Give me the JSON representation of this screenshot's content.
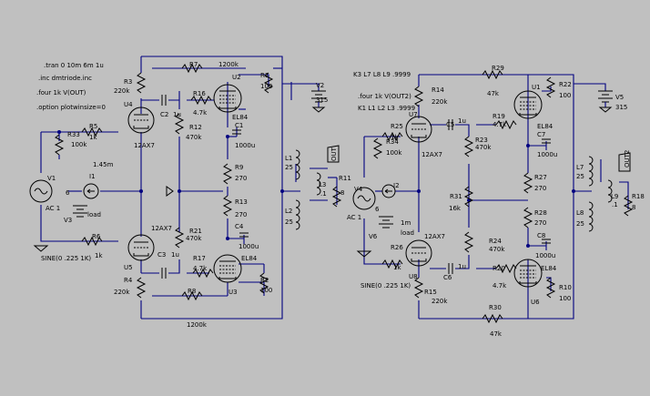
{
  "colors": {
    "background": "#c0c0c0",
    "wire": "#000080",
    "component": "#000000"
  },
  "directives": {
    "tran": ".tran 0 10m 6m 1u",
    "inc": ".inc dmtriode.inc",
    "four1": ".four 1k V(OUT)",
    "option": ".option plotwinsize=0",
    "kline": "K3 L7 L8 L9 .9999",
    "four2": ".four 1k V(OUT2)",
    "kline2": "K1 L1 L2 L3 .9999",
    "sine1": "SINE(0 .225 1K)",
    "sine2": "SINE(0 .225 1K)",
    "bias1": "1.45m"
  },
  "left": {
    "R7": "R7",
    "R7v": "1200k",
    "R3": "R3",
    "R3v": "220k",
    "U4": "U4",
    "C2": "C2",
    "C2v": "1u",
    "R16": "R16",
    "R16v": "4.7k",
    "U2": "U2",
    "EL84a": "EL84",
    "R1": "R1",
    "R1v": "100",
    "V2": "V2",
    "V2v": "315",
    "R5": "R5",
    "R5v": "1k",
    "R33": "R33",
    "R33v": "100k",
    "tube12a": "12AX7",
    "R12": "R12",
    "R12v": "470k",
    "C1": "C1",
    "C1v": "1000u",
    "L1": "L1",
    "L1v": "25",
    "OUT": "OUT",
    "R9": "R9",
    "R9v": "270",
    "V1": "V1",
    "V1v": "AC 1",
    "I1": "I1",
    "I1v": "6",
    "V3": "V3",
    "load": "load",
    "R13": "R13",
    "R13v": "270",
    "L3": "L3",
    "L3v": ".1",
    "R11": "R11",
    "R11v": "8",
    "L2": "L2",
    "L2v": "25",
    "C4": "C4",
    "C4v": "1000u",
    "tube12b": "12AX7",
    "R21": "R21",
    "R21v": "470k",
    "R6": "R6",
    "R6v": "1k",
    "C3": "C3",
    "C3v": "1u",
    "R17": "R17",
    "R17v": "4.7k",
    "EL84b": "EL84",
    "U5": "U5",
    "R4": "R4",
    "R4v": "220k",
    "R2": "R2",
    "R2v": "100",
    "R8": "R8",
    "U3": "U3",
    "R8v": "1200k"
  },
  "right": {
    "R29": "R29",
    "R29v": "47k",
    "R14": "R14",
    "R14v": "220k",
    "U1": "U1",
    "R22": "R22",
    "R22v": "100",
    "V5": "V5",
    "V5v": "315",
    "U7": "U7",
    "C5": "C5",
    "C5v": "1u",
    "R19": "R19",
    "R19v": "4.7k",
    "EL84a": "EL84",
    "R25": "R25",
    "R25v": "1k",
    "R34": "R34",
    "R34v": "100k",
    "R23": "R23",
    "R23v": "470k",
    "tube12a": "12AX7",
    "C7": "C7",
    "C7v": "1000u",
    "OUT2": "OUT2",
    "L7": "L7",
    "L7v": "25",
    "R27": "R27",
    "R27v": "270",
    "V4": "V4",
    "I2": "I2",
    "I2v": "6",
    "R31": "R31",
    "R31v": "16k",
    "L9": "L9",
    "L9v": ".1",
    "R18": "R18",
    "R18v": "8",
    "V4v": "AC 1",
    "V6": "V6",
    "V6v": "1m",
    "load": "load",
    "R28": "R28",
    "R28v": "270",
    "L8": "L8",
    "L8v": "25",
    "tube12b": "12AX7",
    "C8": "C8",
    "C8v": "1000u",
    "R24": "R24",
    "R24v": "470k",
    "R26": "R26",
    "R26v": "1k",
    "C6": "C6",
    "C6v": "1u",
    "R20": "R20",
    "R20v": "4.7k",
    "EL84b": "EL84",
    "U8": "U8",
    "R15": "R15",
    "R15v": "220k",
    "R10": "R10",
    "R10v": "100",
    "U6": "U6",
    "R30": "R30",
    "R30v": "47k"
  }
}
